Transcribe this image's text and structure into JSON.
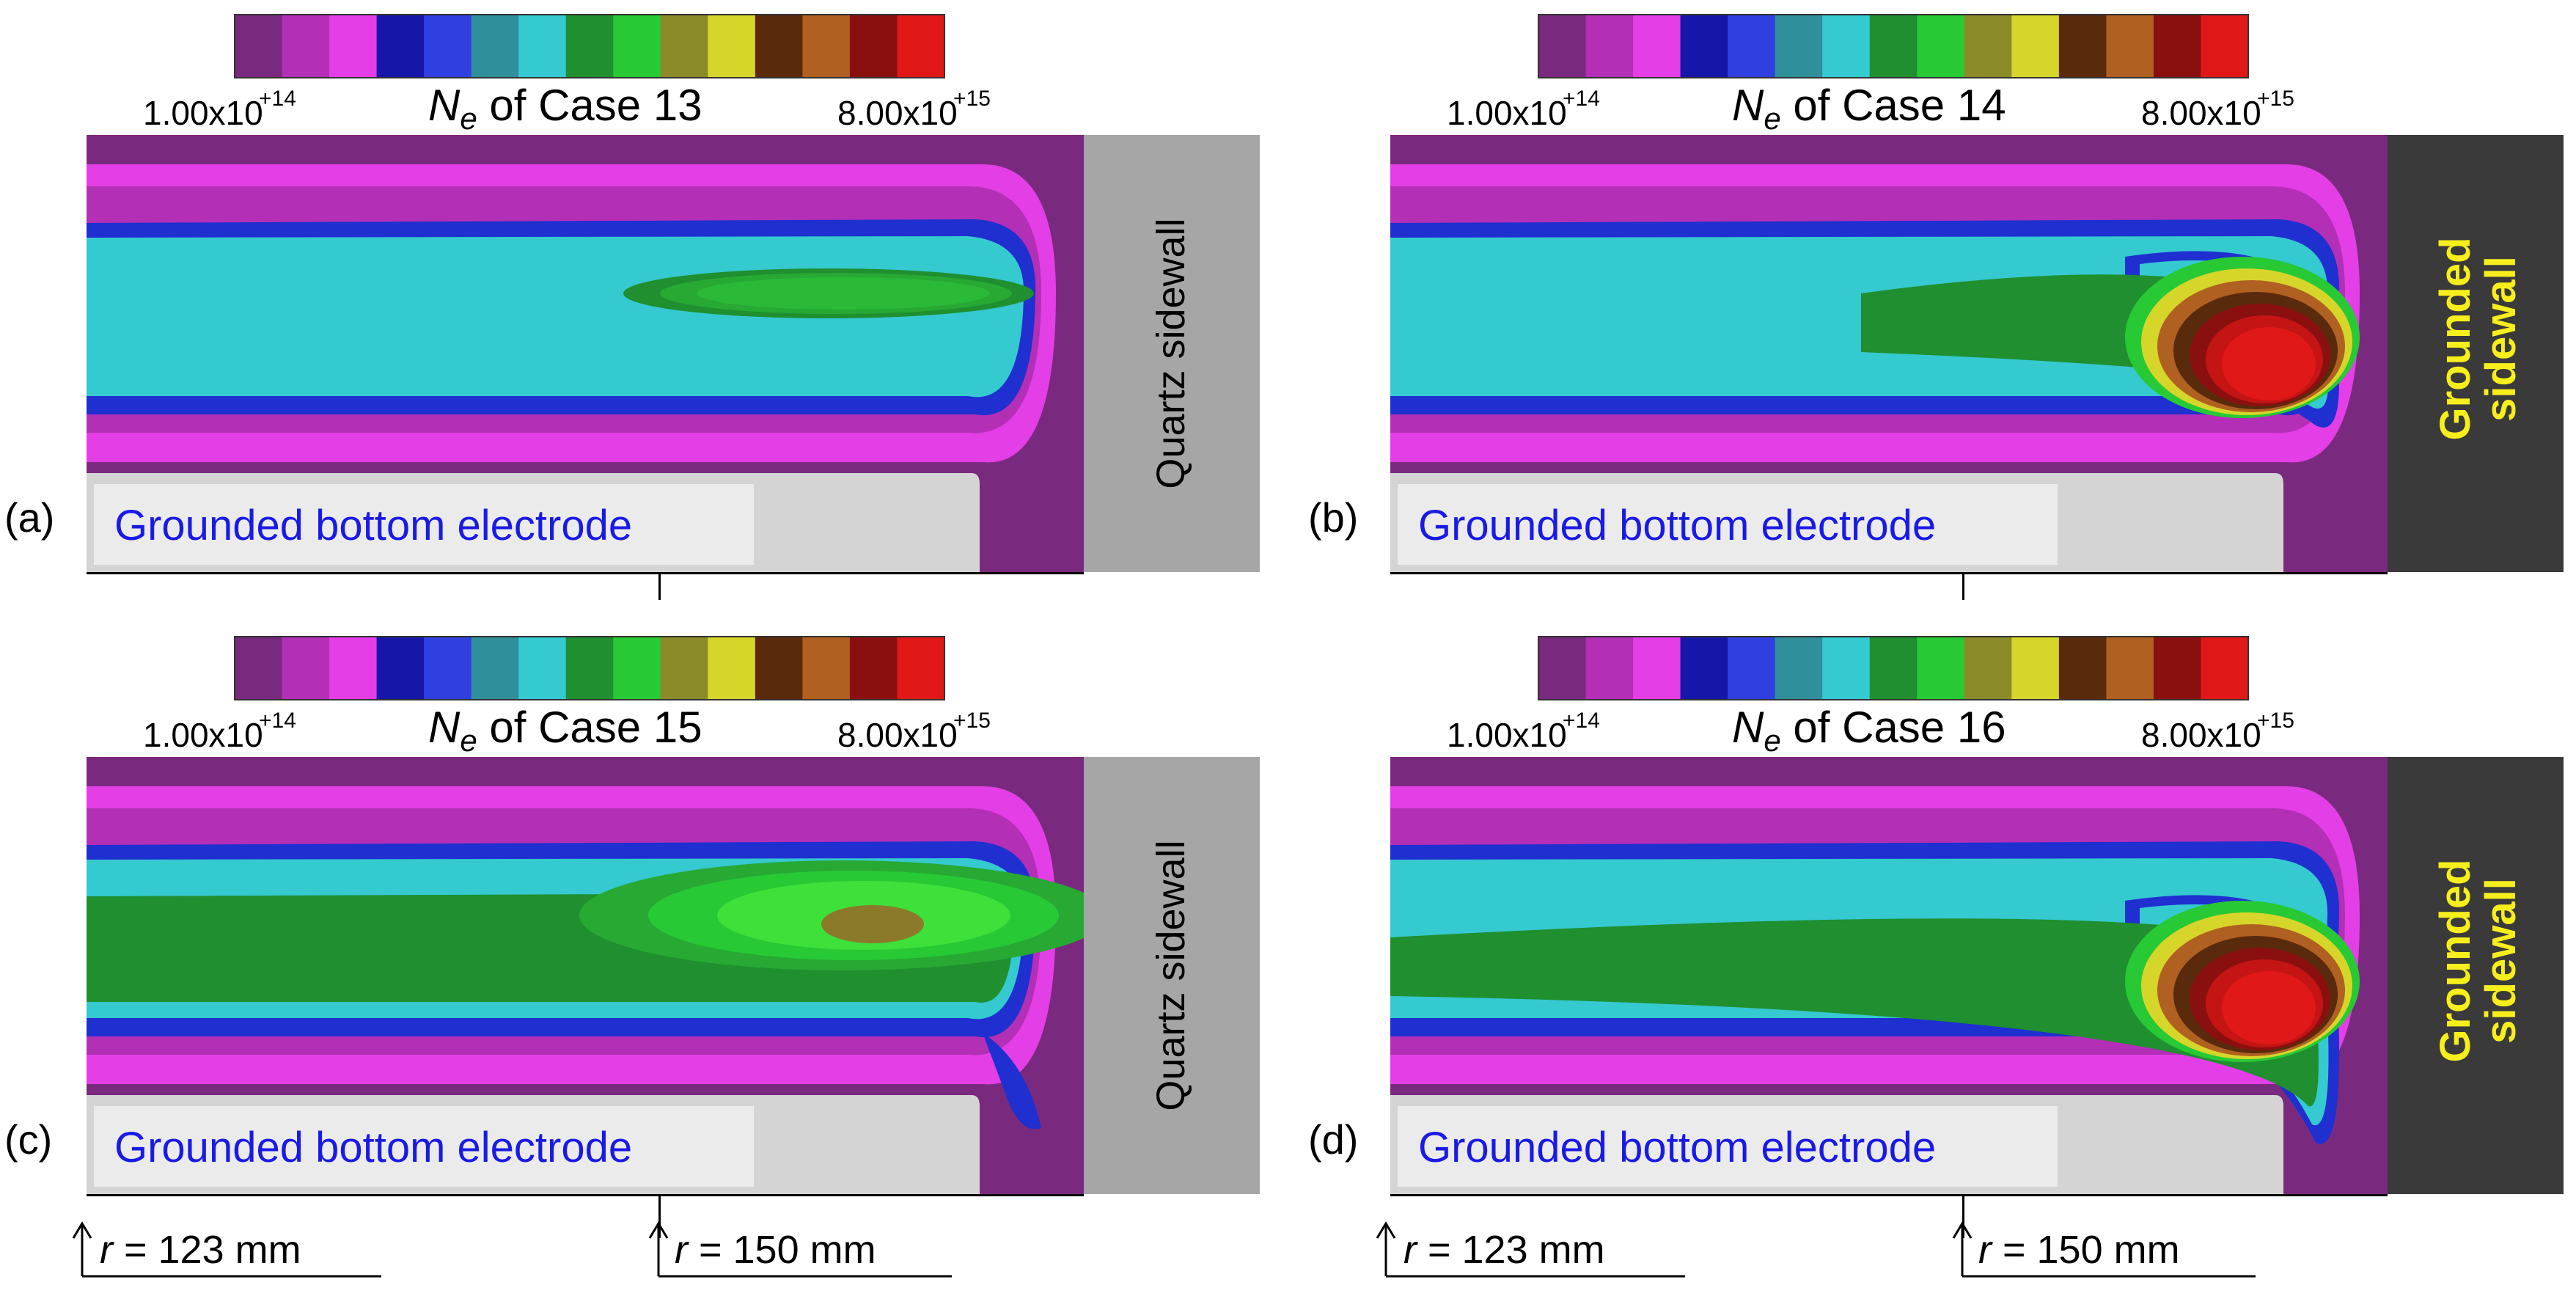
{
  "colorbar": {
    "min_label": "1.00x10",
    "min_exp": "+14",
    "max_label": "8.00x10",
    "max_exp": "+15",
    "colors": [
      "#7a2a7e",
      "#b32fb6",
      "#e43ee6",
      "#1616a8",
      "#2f3fe0",
      "#2f8f9a",
      "#35c9d0",
      "#1f8f2f",
      "#27c934",
      "#8b8b2a",
      "#d6d62a",
      "#5a2a0c",
      "#b06020",
      "#8a1010",
      "#e01818"
    ]
  },
  "panels": [
    {
      "label": "(a)",
      "title_n": "N",
      "title_sub": "e",
      "title_rest": " of Case 13",
      "electrode": "Grounded bottom electrode",
      "sidewall_type": "quartz",
      "sidewall_text": "Quartz sidewall",
      "sidewall_lines": []
    },
    {
      "label": "(b)",
      "title_n": "N",
      "title_sub": "e",
      "title_rest": " of Case 14",
      "electrode": "Grounded bottom electrode",
      "sidewall_type": "grounded",
      "sidewall_text": "",
      "sidewall_lines": [
        "Grounded",
        "sidewall"
      ]
    },
    {
      "label": "(c)",
      "title_n": "N",
      "title_sub": "e",
      "title_rest": " of Case 15",
      "electrode": "Grounded bottom electrode",
      "sidewall_type": "quartz",
      "sidewall_text": "Quartz sidewall",
      "sidewall_lines": []
    },
    {
      "label": "(d)",
      "title_n": "N",
      "title_sub": "e",
      "title_rest": " of Case 16",
      "electrode": "Grounded bottom electrode",
      "sidewall_type": "grounded",
      "sidewall_text": "",
      "sidewall_lines": [
        "Grounded",
        "sidewall"
      ]
    }
  ],
  "radius_markers": [
    {
      "symbol": "r",
      "value": " = 123 mm"
    },
    {
      "symbol": "r",
      "value": " = 150 mm"
    }
  ],
  "style": {
    "quartz_color": "#a6a6a6",
    "grounded_color": "#3a3a3a",
    "electrode_color": "#d4d4d4",
    "electrode_label_bg": "#ebebeb",
    "background_purple": "#7a2a7e"
  }
}
